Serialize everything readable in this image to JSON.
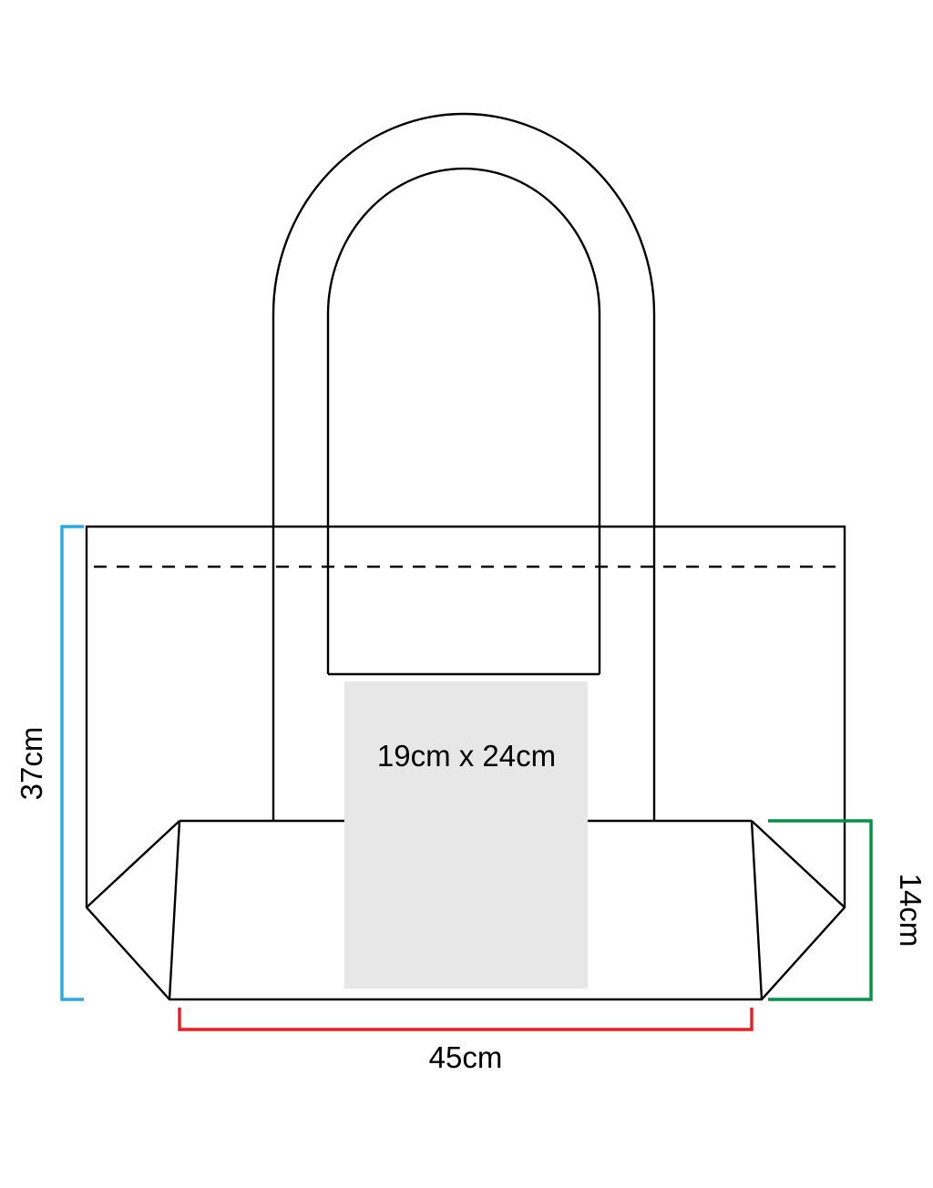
{
  "diagram": {
    "type": "product-dimension-diagram",
    "subject": "tote-bag-front-view",
    "print_area": {
      "label": "19cm x 24cm",
      "fill_color": "#e7e7e7"
    },
    "dimensions": {
      "bag_height": {
        "label": "37cm",
        "color": "#29abe2"
      },
      "bag_width": {
        "label": "45cm",
        "color": "#ed1c24"
      },
      "gusset_depth": {
        "label": "14cm",
        "color": "#009245"
      }
    },
    "line_color": "#000000"
  }
}
